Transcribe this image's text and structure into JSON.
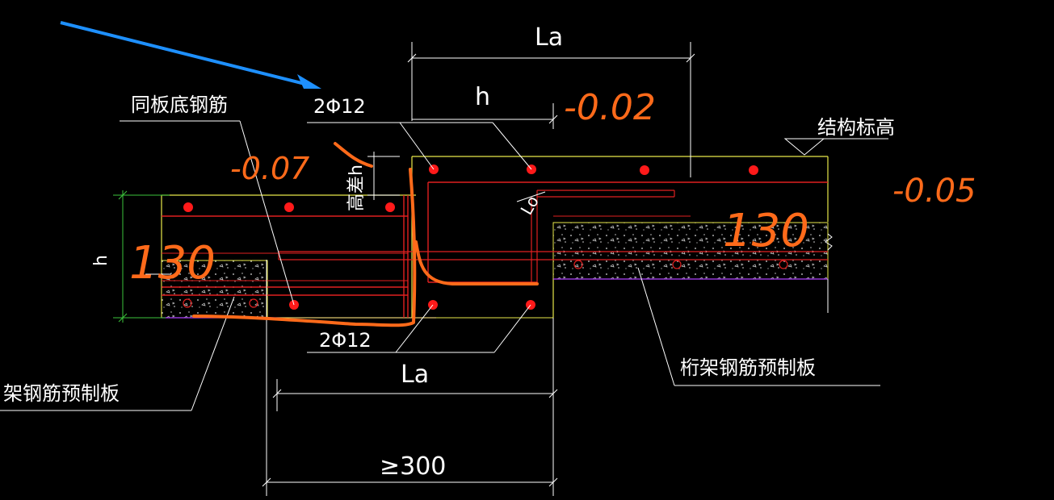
{
  "labels": {
    "la_top": "La",
    "h_top": "h",
    "rebar_top": "2Φ12",
    "same_slab_rebar": "同板底钢筋",
    "height_diff": "高差h",
    "h_left": "h",
    "lo": "Lo",
    "structure_elevation": "结构标高",
    "rebar_bottom": "2Φ12",
    "la_bottom": "La",
    "min_300": "≥300",
    "truss_precast_left": "架钢筋预制板",
    "truss_precast_right": "桁架钢筋预制板"
  },
  "handwriting": {
    "minus_002": "-0.02",
    "minus_007": "-0.07",
    "minus_005": "-0.05",
    "thickness_right": "130",
    "thickness_left": "130"
  },
  "colors": {
    "background": "#000000",
    "rebar_dot": "#ff1a1a",
    "rebar_line": "#e02020",
    "outline": "#e8e84a",
    "dimension": "#ffffff",
    "green_dim": "#3cc43c",
    "precast_bottom": "#b040ff",
    "arrow": "#1e90ff",
    "handwriting": "#ff6a1a"
  }
}
